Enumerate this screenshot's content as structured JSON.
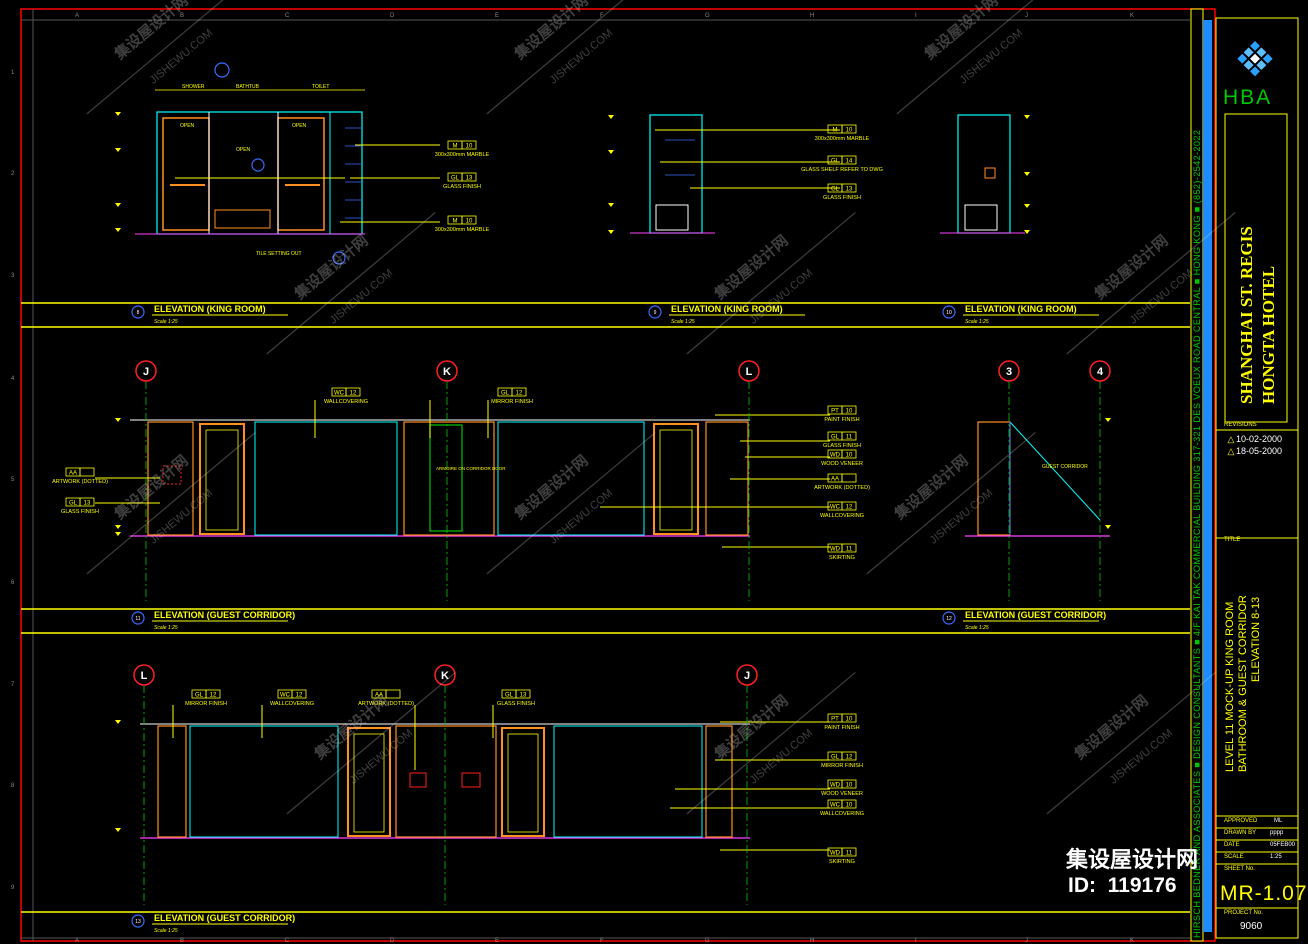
{
  "title_block": {
    "firm_logo": "HBA",
    "project_title_line1": "SHANGHAI ST. REGIS",
    "project_title_line2": "HONGTA HOTEL",
    "revisions_label": "REVISIONS",
    "revisions": [
      {
        "mark": "1",
        "date": "10-02-2000"
      },
      {
        "mark": "2",
        "date": "18-05-2000"
      }
    ],
    "title_label": "TITLE",
    "drawing_title_line1": "LEVEL 11 MOCK-UP KING ROOM",
    "drawing_title_line2": "BATHROOM & GUEST CORRIDOR",
    "drawing_title_line3": "ELEVATION 8-13",
    "approved_label": "APPROVED",
    "approved_value": "ML",
    "drawn_label": "DRAWN BY",
    "drawn_value": "pppp",
    "date_label": "DATE",
    "date_value": "05FEB00",
    "scale_label": "SCALE",
    "scale_value": "1:25",
    "sheet_label": "SHEET No.",
    "sheet_value": "MR-1.07",
    "project_label": "PROJECT No.",
    "project_value": "9060",
    "firm_address": "HIRSCH BEDNER AND ASSOCIATES ■ DESIGN CONSULTANTS ■ 4/F KAI TAK COMMERCIAL BUILDING 317-321 DES VOEUX ROAD CENTRAL ■ HONG KONG ■ (852)-2542-2022"
  },
  "watermark": {
    "site_cn": "集设屋设计网",
    "site_en": "JISHEWU.COM",
    "label": "集设屋设计网",
    "id_text": "ID:  119176"
  },
  "grid": {
    "columns": [
      "A",
      "B",
      "C",
      "D",
      "E",
      "F",
      "G",
      "H",
      "I",
      "J",
      "K"
    ],
    "rows": [
      "1",
      "2",
      "3",
      "4",
      "5",
      "6",
      "7",
      "8",
      "9"
    ]
  },
  "elevations": {
    "row1": [
      {
        "number": "8",
        "title": "ELEVATION (KING ROOM)",
        "scale": "Scale 1:25"
      },
      {
        "number": "9",
        "title": "ELEVATION (KING ROOM)",
        "scale": "Scale 1:25"
      },
      {
        "number": "10",
        "title": "ELEVATION (KING ROOM)",
        "scale": "Scale 1:25"
      }
    ],
    "row2": [
      {
        "number": "11",
        "title": "ELEVATION (GUEST CORRIDOR)",
        "scale": "Scale 1:25"
      },
      {
        "number": "12",
        "title": "ELEVATION (GUEST CORRIDOR)",
        "scale": "Scale 1:25"
      }
    ],
    "row3": [
      {
        "number": "13",
        "title": "ELEVATION (GUEST CORRIDOR)",
        "scale": "Scale 1:25"
      }
    ]
  },
  "gridline_bubbles": {
    "row2": [
      "J",
      "K",
      "L",
      "3",
      "4"
    ],
    "row3": [
      "L",
      "K",
      "J"
    ]
  },
  "tags": {
    "marble": {
      "code": "M",
      "num": "10",
      "desc": "300x300mm MARBLE"
    },
    "glass_finish": {
      "code": "GL",
      "num": "13",
      "desc": "GLASS FINISH"
    },
    "glass_shelf": {
      "code": "GL",
      "num": "14",
      "desc": "GLASS SHELF REFER TO DWG"
    },
    "wallcovering": {
      "code": "WC",
      "num": "12",
      "desc": "WALLCOVERING"
    },
    "mirror": {
      "code": "GL",
      "num": "12",
      "desc": "MIRROR FINISH"
    },
    "paint": {
      "code": "PT",
      "num": "10",
      "desc": "PAINT FINISH"
    },
    "glass_finish_b": {
      "code": "GL",
      "num": "11",
      "desc": "GLASS FINISH"
    },
    "wood_veneer": {
      "code": "WD",
      "num": "10",
      "desc": "WOOD VENEER"
    },
    "artwork": {
      "code": "AA",
      "num": "",
      "desc": "ARTWORK (DOTTED)"
    },
    "skirting": {
      "code": "WD",
      "num": "11",
      "desc": "SKIRTING"
    },
    "wallcovering_b": {
      "code": "WC",
      "num": "10",
      "desc": "WALLCOVERING"
    }
  },
  "labels": {
    "open": "OPEN",
    "shower": "SHOWER",
    "bathtub": "BATHTUB",
    "toilet": "TOILET",
    "tile_setting_out": "TILE SETTING OUT",
    "guest_corridor": "GUEST CORRIDOR",
    "armoire_door": "ARMOIRE ON CORRIDOR DOOR"
  },
  "colors": {
    "background": "#000000",
    "annotation": "#ffff00",
    "border": "#ff0000",
    "title_bar": "#1e8cff",
    "accent_green": "#00c800",
    "logo_blue": "#2aa0ff",
    "cad_cyan": "#00ffff",
    "cad_orange": "#ff9020",
    "cad_magenta": "#ff40ff"
  }
}
